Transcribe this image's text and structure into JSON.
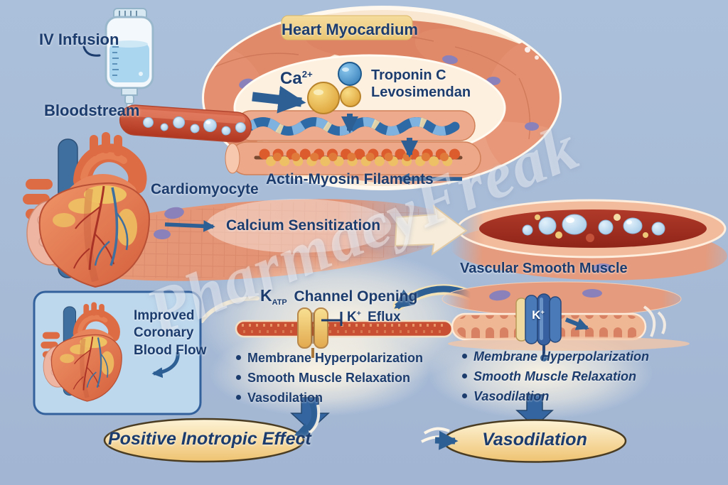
{
  "watermark": "PharmacyFreak",
  "iv": {
    "infusion": "IV Infusion",
    "bloodstream": "Bloodstream"
  },
  "myocardium": {
    "title": "Heart Myocardium",
    "ca_base": "Ca",
    "ca_sup": "2+",
    "troponin": "Troponin C",
    "levosimendan": "Levosimendan",
    "filaments": "Actin-Myosin Filaments"
  },
  "cardiomyocyte": {
    "label": "Cardiomyocyte",
    "mechanism": "Calcium Sensitization"
  },
  "vascular": {
    "label": "Vascular Smooth Muscle",
    "channel_ion_base": "K",
    "channel_ion_sup": "+"
  },
  "katp": {
    "k": "K",
    "sub": "ATP",
    "rest": "Channel Opening",
    "efflux_base": "K",
    "efflux_sup": "+",
    "efflux_word": "Eflux"
  },
  "coronary_box": {
    "label": "Improved Coronary Blood Flow"
  },
  "outcomes_left": {
    "items": [
      "Membrane Hyperpolarization",
      "Smooth Muscle Relaxation",
      "Vasodilation"
    ]
  },
  "outcomes_right": {
    "items": [
      "Membrane Hyperpolarization",
      "Smooth Muscle Relaxation",
      "Vasodilation"
    ]
  },
  "results": {
    "inotropic": "Positive Inotropic Effect",
    "vasodilation": "Vasodilation"
  },
  "colors": {
    "background": "#a7bbd7",
    "text_navy": "#1c3c6e",
    "arrow_blue": "#2e5f94",
    "banner_fill": "#f2d28f",
    "result_oval_fill": "#f5d48a",
    "coronary_box_fill": "#bdd7ec",
    "vessel_red": "#b83c28",
    "muscle_salmon": "#e59a7b",
    "channel_yellow": "#f0c860",
    "channel_blue": "#3d6fb4"
  }
}
